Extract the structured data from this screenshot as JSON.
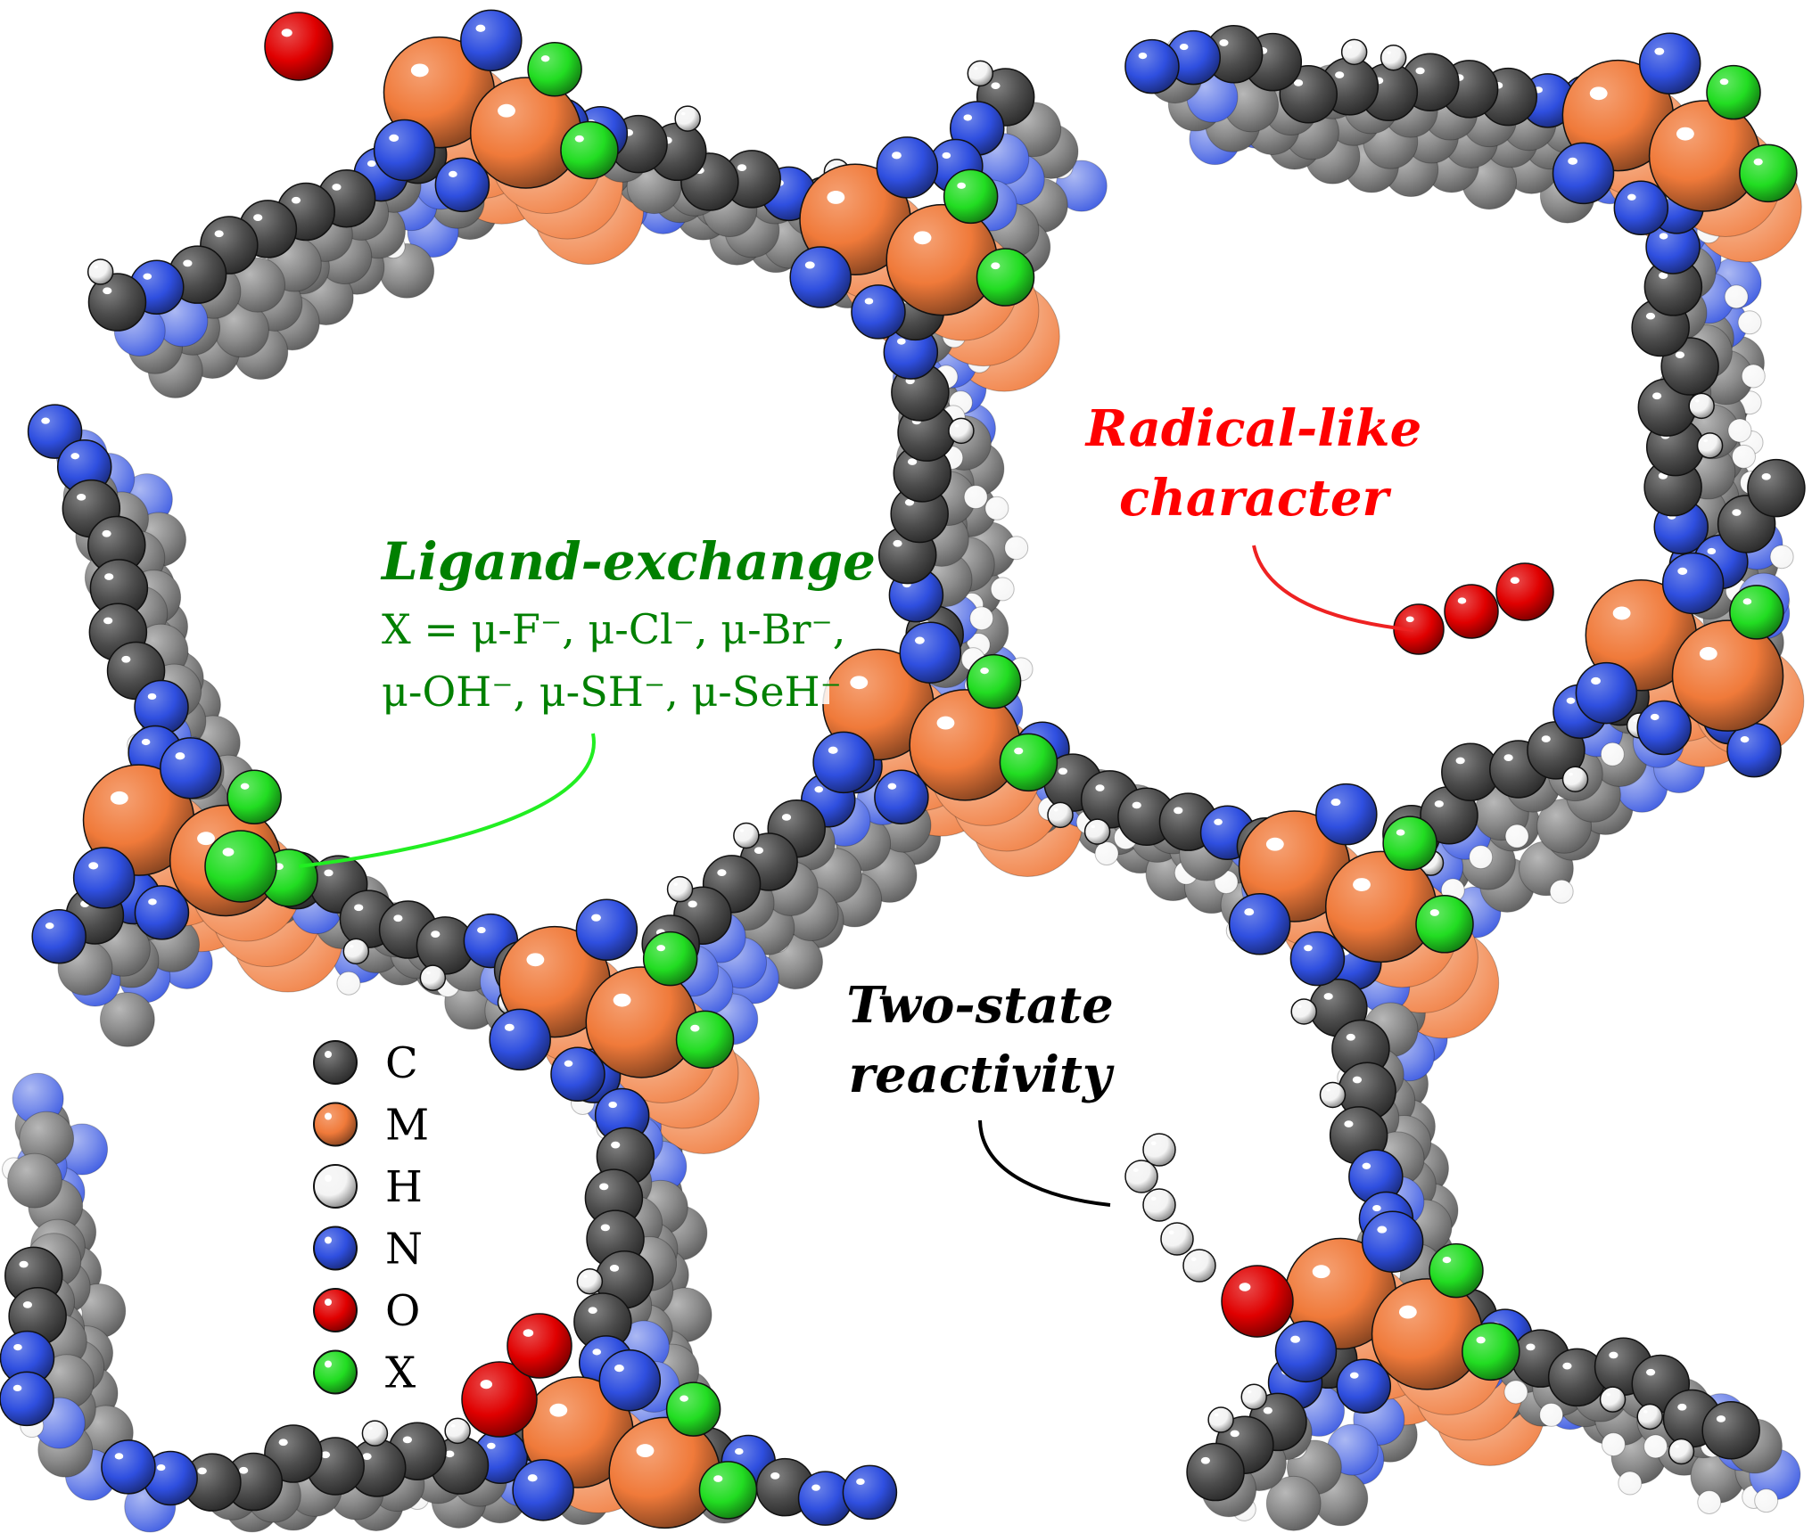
{
  "annotations": {
    "ligand_exchange": {
      "title": "Ligand-exchange",
      "line1": "X = μ-F⁻, μ-Cl⁻, μ-Br⁻,",
      "line2": "μ-OH⁻, μ-SH⁻, μ-SeH⁻",
      "color": "#008000",
      "arrow_color": "#22ee22"
    },
    "radical": {
      "line1": "Radical-like",
      "line2": "character",
      "color": "#ff0000"
    },
    "two_state": {
      "line1": "Two-state",
      "line2": "reactivity",
      "color": "#000000"
    }
  },
  "legend": [
    {
      "symbol": "C",
      "color": "#4d4d4d"
    },
    {
      "symbol": "M",
      "color": "#f07a3a"
    },
    {
      "symbol": "H",
      "color": "#f4f4f4"
    },
    {
      "symbol": "N",
      "color": "#2f4fe0"
    },
    {
      "symbol": "O",
      "color": "#e00000"
    },
    {
      "symbol": "X",
      "color": "#22dd22"
    }
  ]
}
